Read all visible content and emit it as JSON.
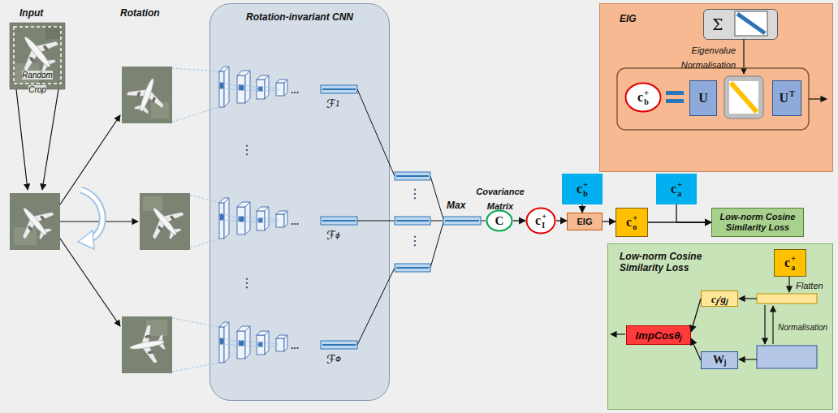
{
  "diagram": {
    "nodes": [
      {
        "text": [
          "Rotation-invariant CNN"
        ]
      },
      {
        "text": [
          "EIG"
        ]
      },
      {
        "text": [
          "Σ"
        ],
        "in": 1
      },
      {
        "text": [
          "c",
          "b",
          "+"
        ],
        "in": 1
      },
      {
        "text": [
          "U"
        ],
        "in": 1
      },
      {
        "text": [
          "U",
          "T"
        ],
        "in": 1
      },
      {
        "text": [
          "C"
        ]
      },
      {
        "text": [
          "c",
          "I",
          "+"
        ]
      },
      {
        "text": [
          "c",
          "b",
          "+"
        ]
      },
      {
        "text": [
          "EIG"
        ]
      },
      {
        "text": [
          "c",
          "o",
          "+"
        ]
      },
      {
        "text": [
          "c",
          "a",
          "+"
        ]
      },
      {
        "text": [
          "Low-norm Cosine Similarity Loss"
        ]
      },
      {
        "text": [
          "Low-norm Cosine Similarity Loss"
        ]
      },
      {
        "text": [
          "c",
          "a",
          "+"
        ],
        "in": 13
      },
      {
        "text": [
          "cⱼ/gⱼ"
        ],
        "in": 13
      },
      {
        "text": [
          "ImpCosθⱼ"
        ],
        "in": 13
      },
      {
        "text": [
          "Wⱼ"
        ],
        "in": 13
      }
    ],
    "edges": [
      {
        "from": 6,
        "to": 7,
        "arrow": "to"
      },
      {
        "from": 7,
        "to": 9,
        "arrow": "to"
      },
      {
        "from": 8,
        "to": 9,
        "arrow": "to"
      },
      {
        "from": 9,
        "to": 10,
        "arrow": "to"
      },
      {
        "from": 10,
        "to": 12,
        "arrow": "to"
      },
      {
        "from": 11,
        "to": 12,
        "arrow": "to"
      },
      {
        "from": 15,
        "to": 16,
        "arrow": "to"
      },
      {
        "from": 17,
        "to": 16,
        "arrow": "to"
      }
    ],
    "labels": [
      "Input",
      "Rotation",
      "Random Crop",
      "⋮",
      "⋮",
      "...",
      "...",
      "...",
      "ℱ",
      "1",
      "ℱ",
      "ϕ",
      "ℱ",
      "Φ",
      "⋮",
      "⋮",
      "Max",
      "Covariance Matrix",
      "Eigenvalue Normalisation",
      "Flatten",
      "Normalisation"
    ]
  }
}
